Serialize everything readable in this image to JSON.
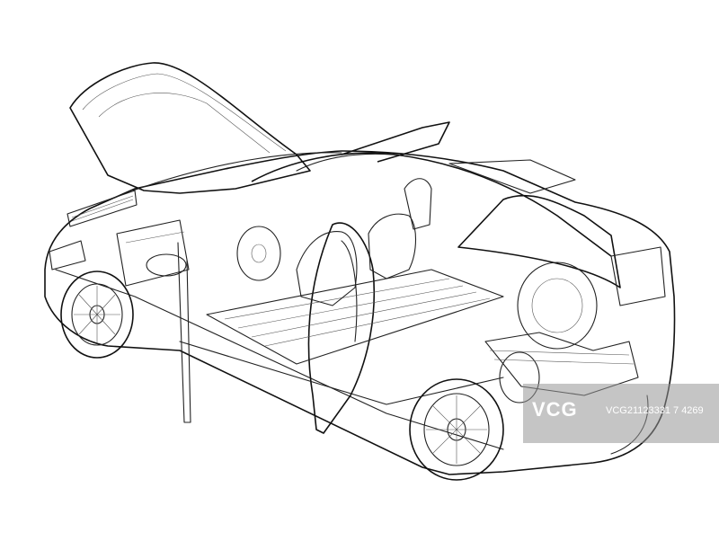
{
  "image": {
    "subject": "wireframe-electric-car-cutaway"
  },
  "watermark": {
    "logo": "VCG",
    "id_text": "VCG21123331 7 4269"
  },
  "colors": {
    "background": "#ffffff",
    "line": "#222222",
    "watermark_overlay": "#969696"
  }
}
